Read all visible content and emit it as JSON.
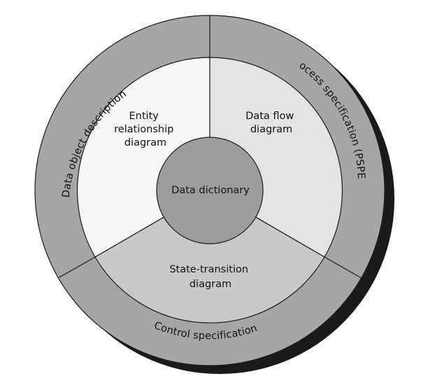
{
  "diagram": {
    "center": {
      "label": "Data dictionary"
    },
    "inner_sections": [
      {
        "key": "erd",
        "lines": [
          "Entity",
          "relationship",
          "diagram"
        ],
        "fill": "#f7f7f7"
      },
      {
        "key": "dfd",
        "lines": [
          "Data flow",
          "diagram"
        ],
        "fill": "#e4e4e4"
      },
      {
        "key": "std",
        "lines": [
          "State-transition",
          "diagram"
        ],
        "fill": "#c9c9c9"
      }
    ],
    "outer_labels": {
      "data_object": "Data object description",
      "process_spec": "Process specification (PSPEC)",
      "control_spec": "Control specification"
    },
    "colors": {
      "ring": "#a6a6a6",
      "center": "#9d9d9d",
      "shadow": "#1a1a1a",
      "stroke": "#1a1a1a"
    }
  }
}
